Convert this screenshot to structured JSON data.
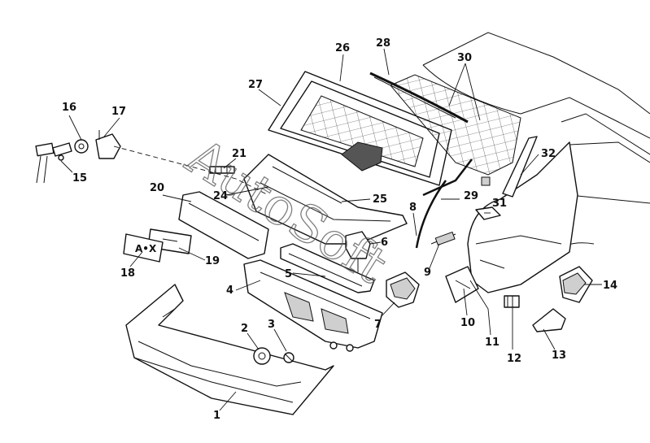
{
  "callouts": [
    {
      "id": "1",
      "label": "1"
    },
    {
      "id": "2",
      "label": "2"
    },
    {
      "id": "3",
      "label": "3"
    },
    {
      "id": "4",
      "label": "4"
    },
    {
      "id": "5",
      "label": "5"
    },
    {
      "id": "6",
      "label": "6"
    },
    {
      "id": "7",
      "label": "7"
    },
    {
      "id": "8",
      "label": "8"
    },
    {
      "id": "9",
      "label": "9"
    },
    {
      "id": "10",
      "label": "10"
    },
    {
      "id": "11",
      "label": "11"
    },
    {
      "id": "12",
      "label": "12"
    },
    {
      "id": "13",
      "label": "13"
    },
    {
      "id": "14",
      "label": "14"
    },
    {
      "id": "15",
      "label": "15"
    },
    {
      "id": "16",
      "label": "16"
    },
    {
      "id": "17",
      "label": "17"
    },
    {
      "id": "18",
      "label": "18"
    },
    {
      "id": "19",
      "label": "19"
    },
    {
      "id": "20",
      "label": "20"
    },
    {
      "id": "21",
      "label": "21"
    },
    {
      "id": "24",
      "label": "24"
    },
    {
      "id": "25",
      "label": "25"
    },
    {
      "id": "26",
      "label": "26"
    },
    {
      "id": "27",
      "label": "27"
    },
    {
      "id": "28",
      "label": "28"
    },
    {
      "id": "29",
      "label": "29"
    },
    {
      "id": "30",
      "label": "30"
    },
    {
      "id": "31",
      "label": "31"
    },
    {
      "id": "32",
      "label": "32"
    }
  ],
  "license_plate_text": "A•X",
  "watermark": "AutoSoft"
}
